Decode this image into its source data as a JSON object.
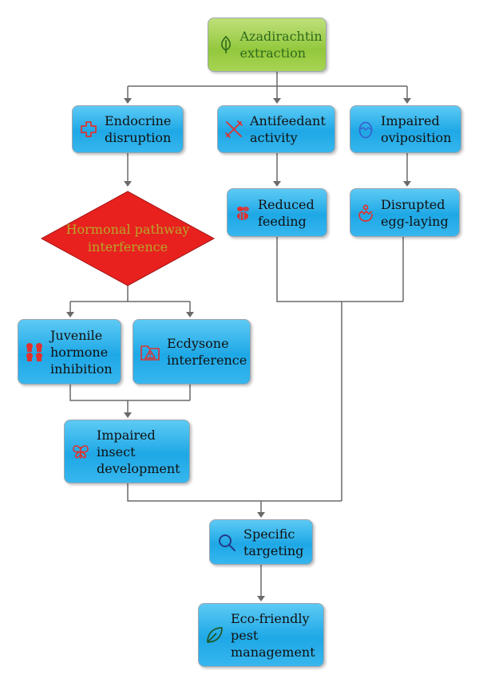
{
  "diagram": {
    "nodes": {
      "azadirachtin": {
        "label": "Azadirachtin extraction",
        "icon": "leaf-icon"
      },
      "endocrine": {
        "label": "Endocrine disruption",
        "icon": "puzzle-outline-icon"
      },
      "antifeedant": {
        "label": "Antifeedant activity",
        "icon": "crossed-utensils-icon"
      },
      "oviposition": {
        "label": "Impaired oviposition",
        "icon": "egg-icon"
      },
      "hormonal": {
        "label": "Hormonal pathway interference",
        "shape": "diamond"
      },
      "reduced_feeding": {
        "label": "Reduced feeding",
        "icon": "bee-icon"
      },
      "disrupted_egg": {
        "label": "Disrupted egg-laying",
        "icon": "hatching-egg-icon"
      },
      "juvenile": {
        "label": "Juvenile hormone inhibition",
        "icon": "larvae-icon"
      },
      "ecdysone": {
        "label": "Ecdysone interference",
        "icon": "warning-folder-icon"
      },
      "impaired_dev": {
        "label": "Impaired insect development",
        "icon": "butterfly-icon"
      },
      "specific": {
        "label": "Specific targeting",
        "icon": "magnifier-icon"
      },
      "eco": {
        "label": "Eco-friendly pest management",
        "icon": "green-leaf-icon"
      }
    },
    "colors": {
      "process_box": "#1ea8e6",
      "start_box": "#93c83d",
      "decision": "#e8211f",
      "decision_text": "#b8a62a",
      "icon": "#e0312f",
      "connector": "#6a6a6a"
    }
  }
}
